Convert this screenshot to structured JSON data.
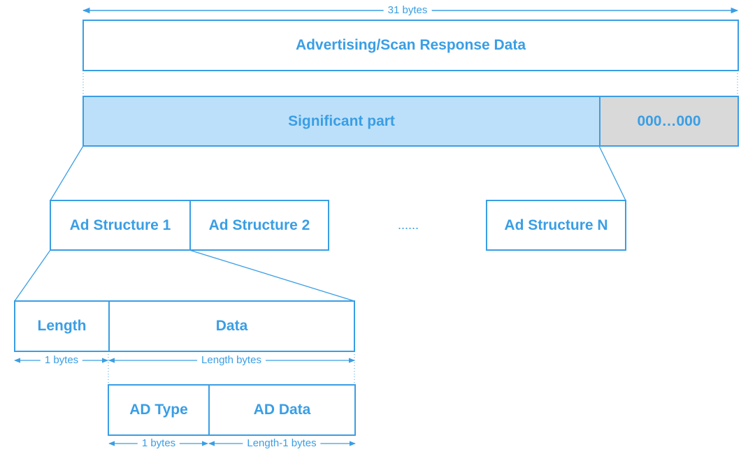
{
  "top": {
    "bytes_label": "31 bytes",
    "title": "Advertising/Scan Response Data"
  },
  "split": {
    "significant": "Significant part",
    "zeros": "000…000"
  },
  "structures": {
    "first": "Ad Structure 1",
    "second": "Ad Structure 2",
    "ellipsis": "......",
    "last": "Ad Structure N"
  },
  "structure_detail": {
    "length": "Length",
    "data": "Data",
    "length_size": "1 bytes",
    "data_size": "Length bytes"
  },
  "data_detail": {
    "ad_type": "AD Type",
    "ad_data": "AD Data",
    "type_size": "1 bytes",
    "ad_data_size": "Length-1 bytes"
  },
  "colors": {
    "line": "#3a9ee4",
    "significant_fill": "#bde0fa",
    "zeros_fill": "#d9d9d9"
  }
}
